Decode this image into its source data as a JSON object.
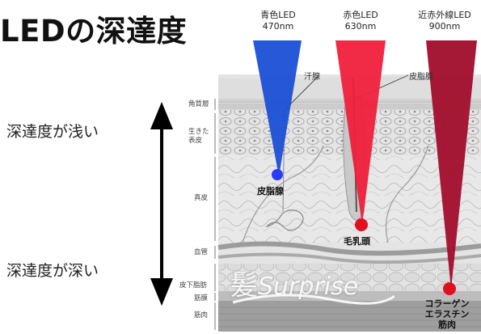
{
  "title": "LEDの深達度",
  "leds": [
    {
      "name": "青色LED",
      "wavelength": "470nm",
      "color": "#1a4fd6",
      "target": "皮脂腺"
    },
    {
      "name": "赤色LED",
      "wavelength": "630nm",
      "color": "#f0203c",
      "target": "毛乳頭"
    },
    {
      "name": "近赤外線LED",
      "wavelength": "900nm",
      "color": "#a3122f",
      "target": [
        "コラーゲン",
        "エラスチン",
        "筋肉"
      ]
    }
  ],
  "depth_axis": {
    "shallow": "深達度が浅い",
    "deep": "深達度が深い"
  },
  "skin_layers": [
    "角質層",
    "生きた表皮",
    "真皮",
    "血管",
    "皮下脂肪",
    "筋膜",
    "筋肉"
  ],
  "callouts": {
    "sweat_gland": "汗腺",
    "sebaceous_gland": "皮脂腺"
  },
  "watermark": {
    "kanji": "髪",
    "latin": "Surprise"
  }
}
